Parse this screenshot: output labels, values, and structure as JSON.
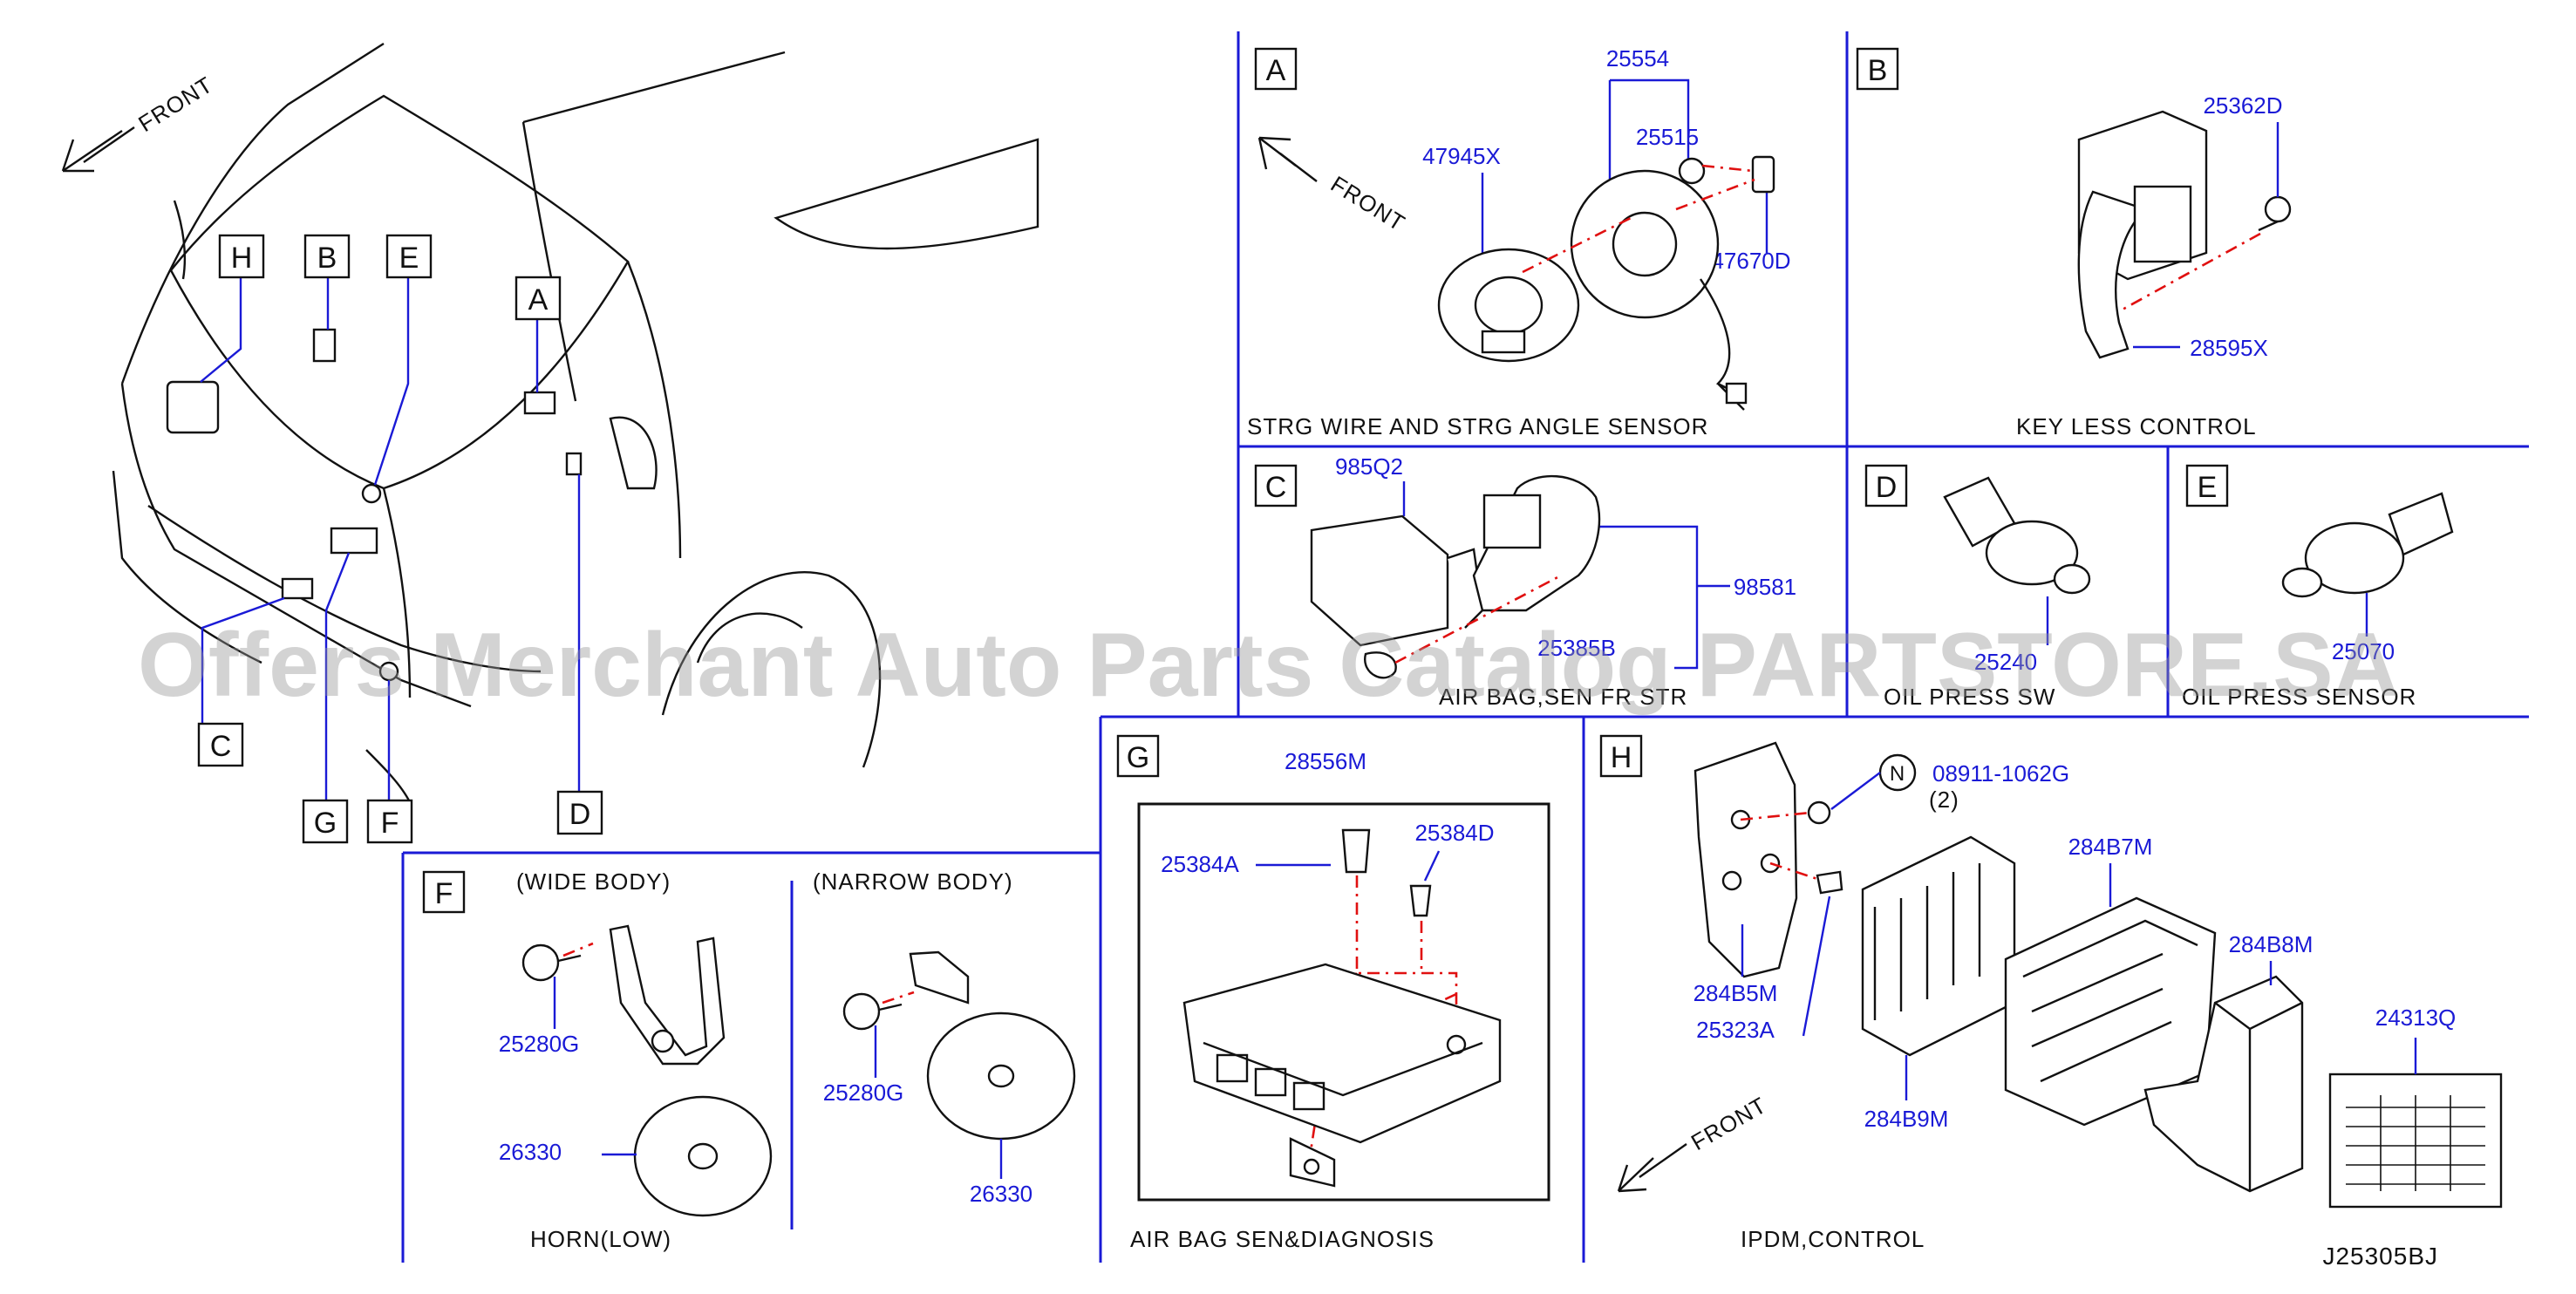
{
  "overview": {
    "front": "FRONT",
    "markers": [
      "H",
      "B",
      "E",
      "A",
      "C",
      "G",
      "F",
      "D"
    ]
  },
  "panels": {
    "A": {
      "letter": "A",
      "parts": [
        "25554",
        "25515",
        "47945X",
        "47670D"
      ],
      "front": "FRONT",
      "caption": "STRG   WIRE   AND   STRG   ANGLE   SENSOR"
    },
    "B": {
      "letter": "B",
      "parts": [
        "25362D",
        "28595X"
      ],
      "caption": "KEY   LESS   CONTROL"
    },
    "C": {
      "letter": "C",
      "parts": [
        "985Q2",
        "98581",
        "25385B"
      ],
      "caption": "AIR   BAG,SEN   FR   STR"
    },
    "D": {
      "letter": "D",
      "parts": [
        "25240"
      ],
      "caption": "OIL   PRESS   SW"
    },
    "E": {
      "letter": "E",
      "parts": [
        "25070"
      ],
      "caption": "OIL   PRESS   SENSOR"
    },
    "F": {
      "letter": "F",
      "wide_body": "(WIDE   BODY)",
      "narrow_body": "(NARROW   BODY)",
      "parts_wide": [
        "25280G",
        "26330"
      ],
      "parts_narrow": [
        "25280G",
        "26330"
      ],
      "caption": "HORN(LOW)"
    },
    "G": {
      "letter": "G",
      "parts": [
        "28556M",
        "25384A",
        "25384D"
      ],
      "caption": "AIR   BAG   SEN&DIAGNOSIS"
    },
    "H": {
      "letter": "H",
      "n_symbol": "N",
      "bolt_part": "08911-1062G",
      "qty": "(2)",
      "parts": [
        "284B5M",
        "25323A",
        "284B7M",
        "284B8M",
        "284B9M",
        "24313Q"
      ],
      "front": "FRONT",
      "caption": "IPDM,CONTROL"
    }
  },
  "diagram_code": "J25305BJ",
  "watermark": "Offers Merchant Auto Parts Catalog PARTSTORE.SA",
  "colors": {
    "part_number": "#1a1ad6",
    "ink": "#111111",
    "dash": "#e01010",
    "watermark": "#969696"
  }
}
